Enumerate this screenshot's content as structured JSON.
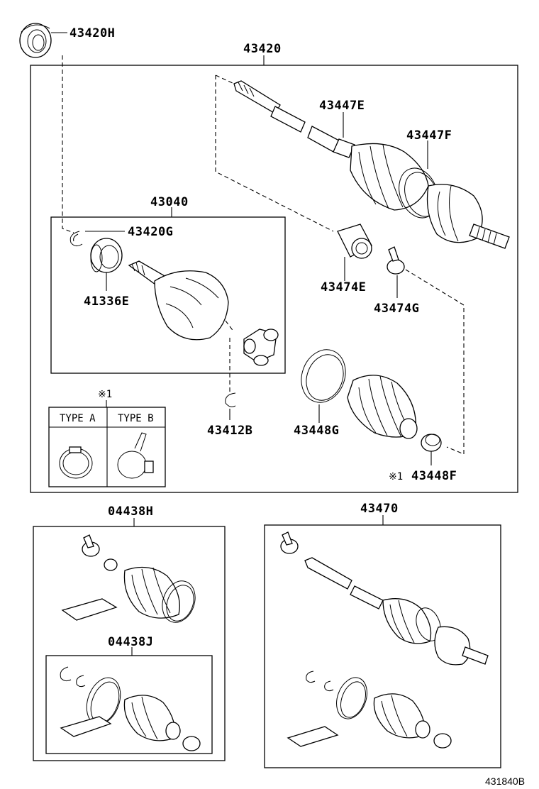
{
  "labels": {
    "p43420H": "43420H",
    "p43420": "43420",
    "p43447E": "43447E",
    "p43447F": "43447F",
    "p43040": "43040",
    "p43420G": "43420G",
    "p41336E": "41336E",
    "p43474E": "43474E",
    "p43474G": "43474G",
    "p43412B": "43412B",
    "p43448G": "43448G",
    "p43448F": "43448F",
    "p04438H": "04438H",
    "p04438J": "04438J",
    "p43470": "43470"
  },
  "note_mark": "※1",
  "note_ref": "※1",
  "type_a": "TYPE A",
  "type_b": "TYPE B",
  "figure_id": "431840B"
}
